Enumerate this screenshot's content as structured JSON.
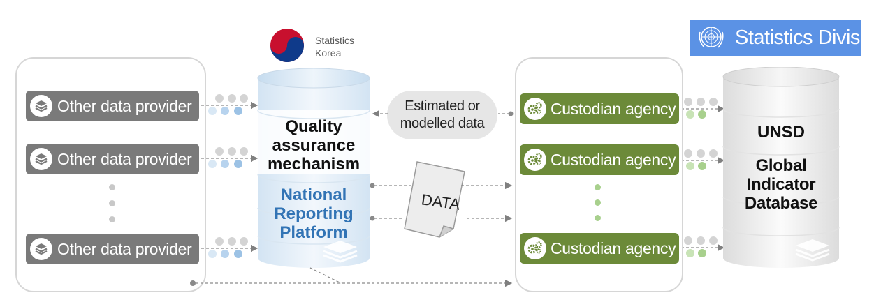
{
  "brand": {
    "statistics_korea_line1": "Statistics",
    "statistics_korea_line2": "Korea",
    "un_statistics_division": "Statistics Division"
  },
  "providers": {
    "label": "Other data provider"
  },
  "national_db": {
    "quality_line1": "Quality",
    "quality_line2": "assurance",
    "quality_line3": "mechanism",
    "nrp_line1": "National",
    "nrp_line2": "Reporting",
    "nrp_line3": "Platform"
  },
  "estimated": {
    "line1": "Estimated or",
    "line2": "modelled data"
  },
  "data_doc": {
    "label": "DATA"
  },
  "custodians": {
    "label": "Custodian agency"
  },
  "unsd_db": {
    "title": "UNSD",
    "line1": "Global",
    "line2": "Indicator",
    "line3": "Database"
  },
  "colors": {
    "provider_box": "#7a7a7a",
    "custodian_box": "#6c8a39",
    "un_blue": "#5b92e5",
    "nrp_blue": "#3274b5",
    "green_dot": "#a8d08d",
    "blue_dot": "#9cc2e5",
    "grey_dot": "#c8c8c8"
  }
}
